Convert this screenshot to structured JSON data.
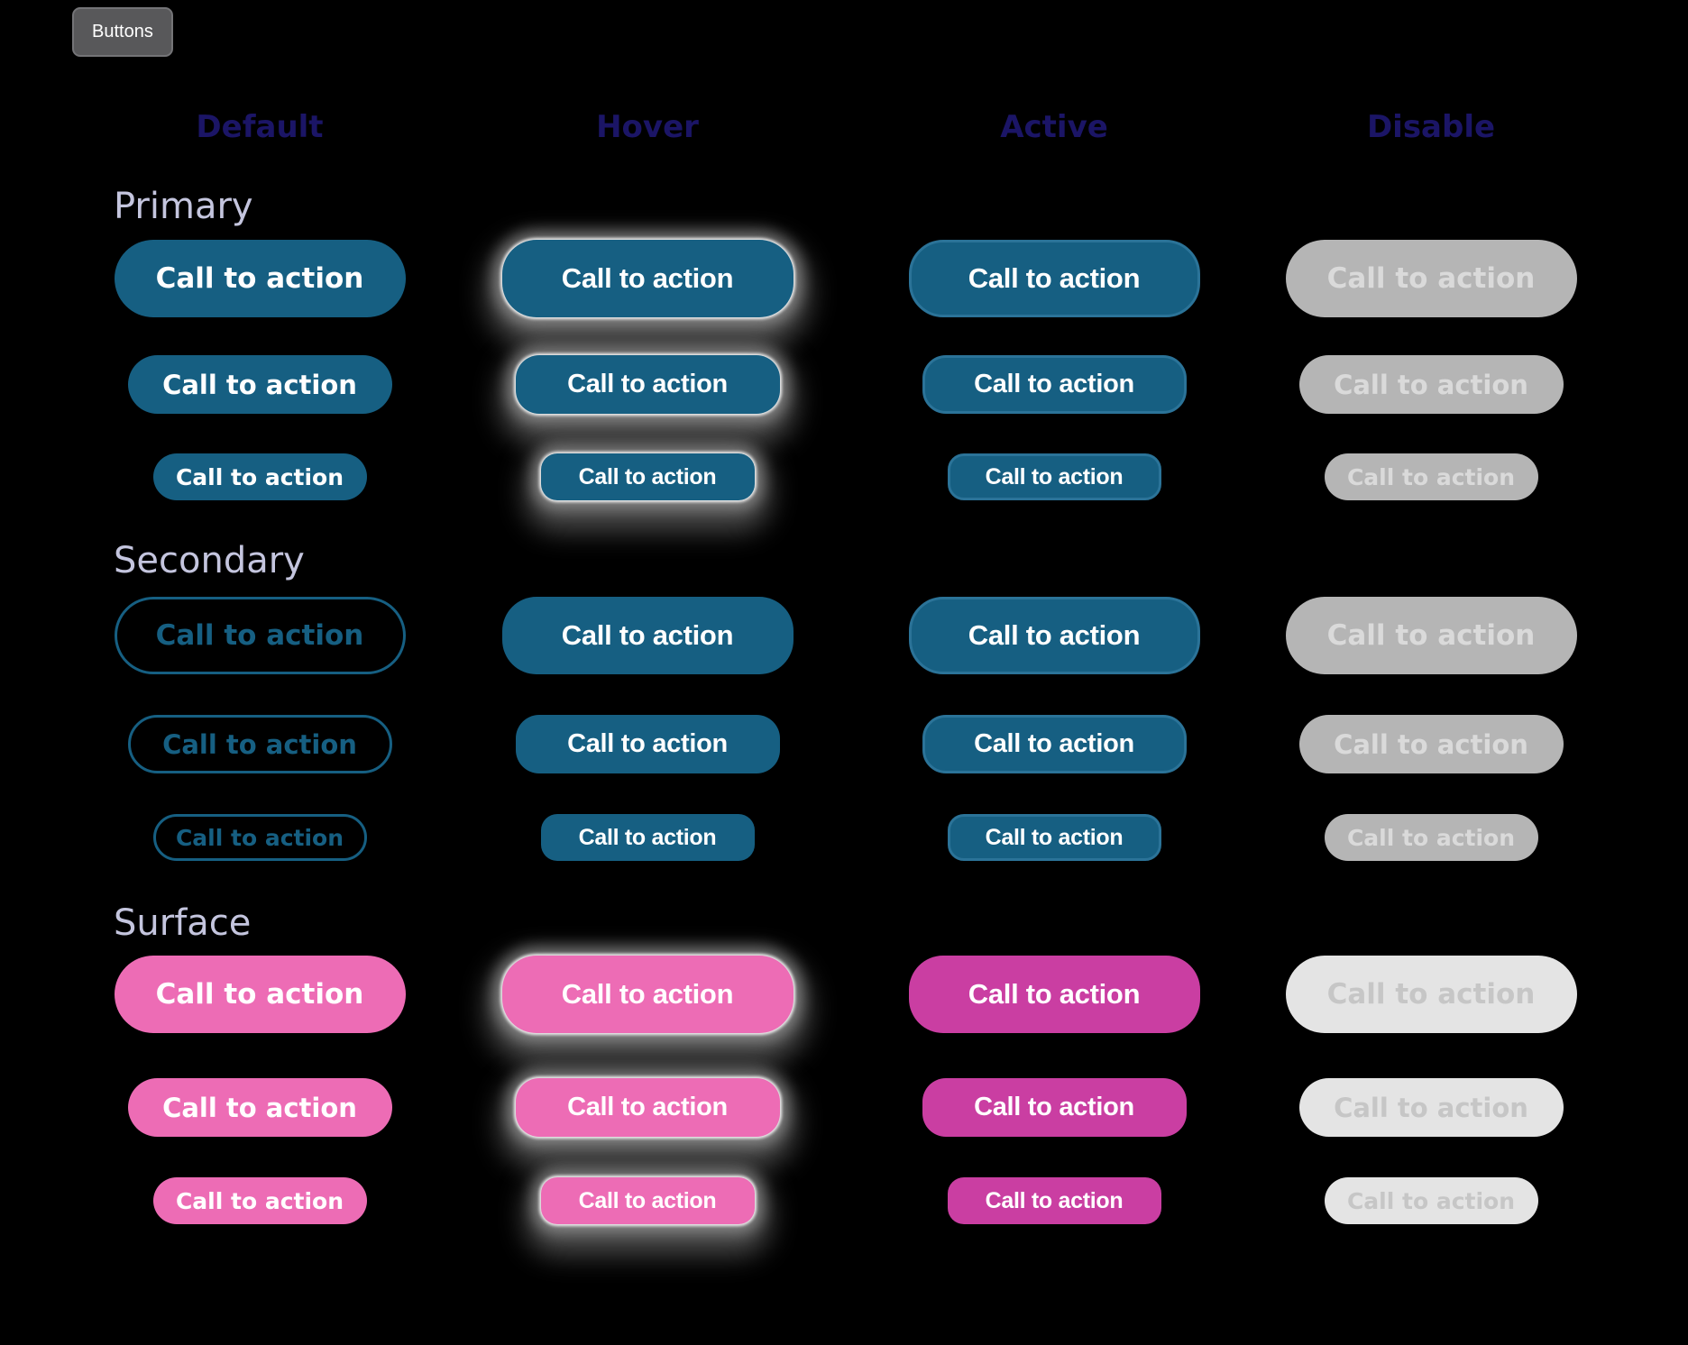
{
  "chip": {
    "label": "Buttons"
  },
  "columns": {
    "default": "Default",
    "hover": "Hover",
    "active": "Active",
    "disable": "Disable"
  },
  "sections": {
    "primary": "Primary",
    "secondary": "Secondary",
    "surface": "Surface"
  },
  "cta": {
    "label": "Call to action"
  },
  "colors": {
    "background": "#000000",
    "header-text": "#1b1566",
    "section-text": "#c4c5de",
    "teal": "#165f82",
    "teal-rim": "#2b7398",
    "pink": "#ed6cb5",
    "pink-active": "#ca3ea2",
    "disable-fill": "#b5b5b5",
    "disable-text": "#dadada",
    "surface-disable-fill": "#e4e4e4",
    "surface-disable-text": "#c6c6c6",
    "chip-bg": "#58585a",
    "chip-border": "#747477",
    "chip-text": "#ffffff",
    "button-text": "#ffffff"
  }
}
